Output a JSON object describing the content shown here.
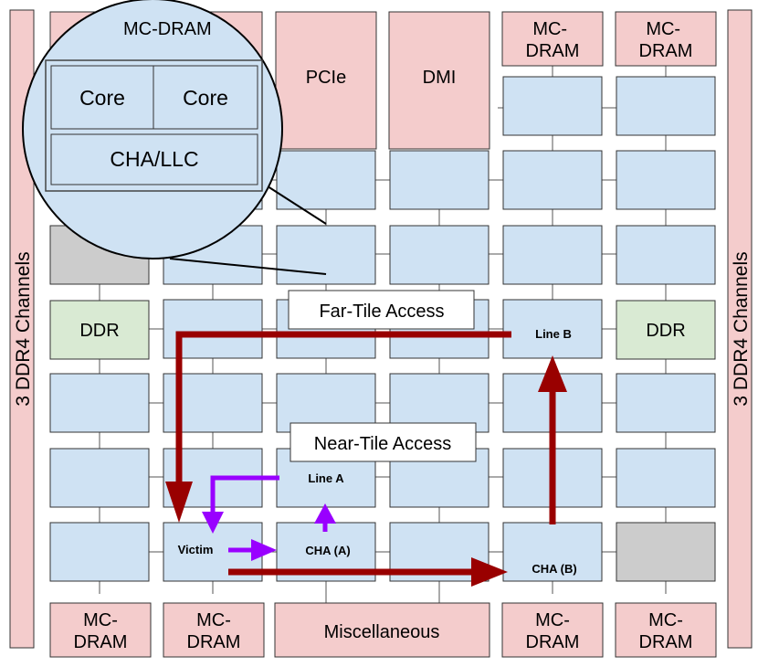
{
  "side_channels": {
    "left": "3 DDR4 Channels",
    "right": "3 DDR4 Channels"
  },
  "top_blocks": {
    "mc_dram_left": "MC-DRAM",
    "pcie": "PCIe",
    "dmi": "DMI",
    "mc_dram_1": "MC-DRAM",
    "mc_dram_2": "MC-DRAM"
  },
  "ddr": {
    "left": "DDR",
    "right": "DDR"
  },
  "bottom_blocks": {
    "mc_dram_1": "MC-DRAM",
    "mc_dram_2": "MC-DRAM",
    "misc": "Miscellaneous",
    "mc_dram_3": "MC-DRAM",
    "mc_dram_4": "MC-DRAM"
  },
  "zoom": {
    "core_1": "Core",
    "core_2": "Core",
    "cha_llc": "CHA/LLC"
  },
  "callouts": {
    "far": "Far-Tile Access",
    "near": "Near-Tile Access"
  },
  "tile_labels": {
    "line_a": "Line A",
    "line_b": "Line B",
    "victim": "Victim",
    "cha_a": "CHA (A)",
    "cha_b": "CHA (B)"
  },
  "colors": {
    "tile": "#cfe2f3",
    "mc_dram": "#f4cccc",
    "ddr": "#d9ead3",
    "disabled": "#cccccc",
    "far_path": "#990000",
    "near_path": "#9900ff"
  }
}
